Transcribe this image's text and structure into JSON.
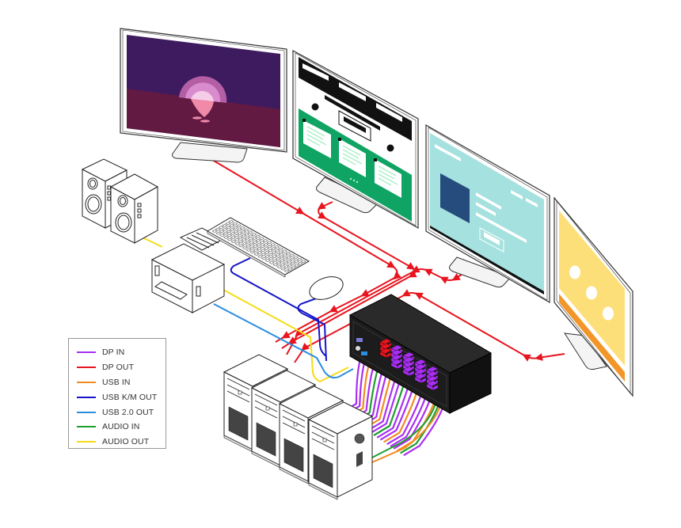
{
  "diagram": {
    "title": "KVM matrix switch connection diagram",
    "devices": {
      "monitors": [
        {
          "name": "Monitor 1",
          "screen": "sunset scene",
          "colors": {
            "sky": "#3e1b5f",
            "sea": "#621a43",
            "sun_outer": "#b45ea6",
            "sun_mid": "#d98ccd",
            "sun_inner": "#f6cde9",
            "reflection": "#f08aa8"
          }
        },
        {
          "name": "Monitor 2",
          "screen": "webpage with green cards",
          "colors": {
            "bg": "#ffffff",
            "header": "#111111",
            "band": "#0fa463",
            "card": "#ffffff",
            "card_text": "#a9f0c6"
          }
        },
        {
          "name": "Monitor 3",
          "screen": "webpage cyan",
          "colors": {
            "bg": "#a4e1df",
            "block": "#264b7d",
            "bars": "#ffffff"
          }
        },
        {
          "name": "Monitor 4",
          "screen": "yellow with circles",
          "colors": {
            "bg": "#fddf7a",
            "stripe": "#f2962a",
            "circles": "#ffffff"
          }
        }
      ],
      "peripherals": [
        "Speakers",
        "Printer",
        "Keyboard",
        "Mouse"
      ],
      "switch": {
        "name": "KVM switch",
        "color": "#1c1c1c"
      },
      "computers": 4
    },
    "legend": {
      "items": [
        {
          "label": "DP IN",
          "color": "#a82ff2"
        },
        {
          "label": "DP OUT",
          "color": "#e8141e"
        },
        {
          "label": "USB IN",
          "color": "#f28a22"
        },
        {
          "label": "USB K/M OUT",
          "color": "#1414c8"
        },
        {
          "label": "USB 2.0 OUT",
          "color": "#2b8de0"
        },
        {
          "label": "AUDIO IN",
          "color": "#1e9e2e"
        },
        {
          "label": "AUDIO OUT",
          "color": "#f5dc16"
        }
      ]
    }
  }
}
